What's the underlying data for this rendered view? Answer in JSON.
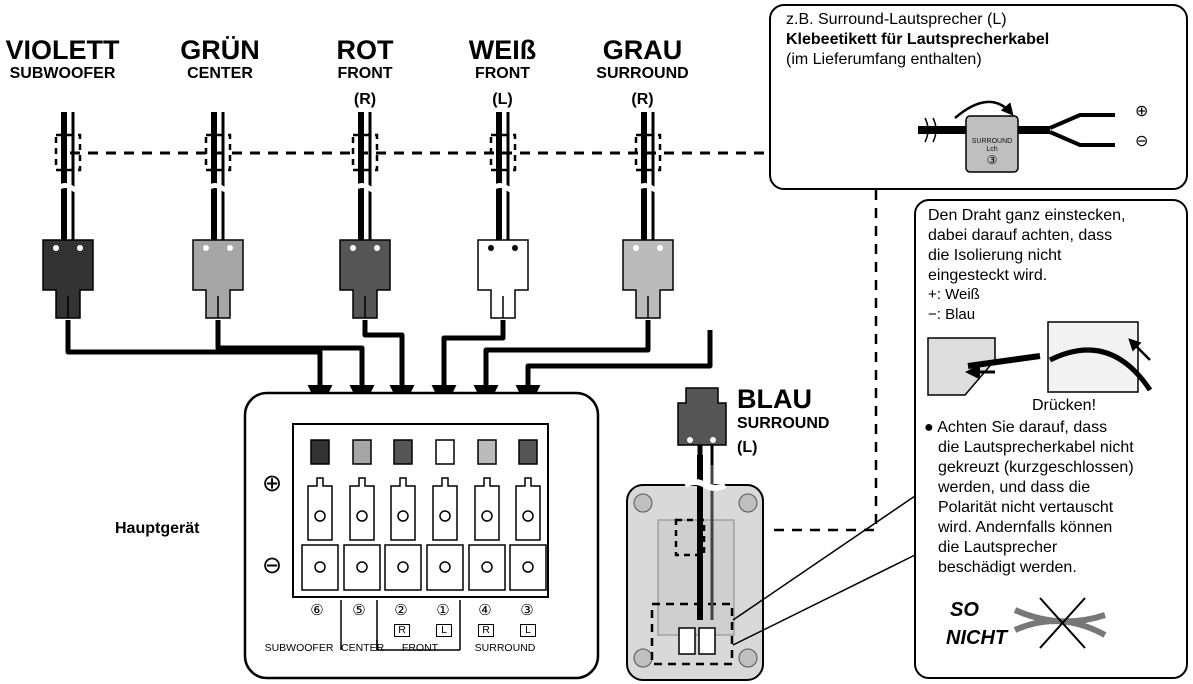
{
  "connectors": [
    {
      "color_name": "VIOLETT",
      "channel": "SUBWOOFER",
      "side": "",
      "fill": "#333333"
    },
    {
      "color_name": "GRÜN",
      "channel": "CENTER",
      "side": "",
      "fill": "#a6a6a6"
    },
    {
      "color_name": "ROT",
      "channel": "FRONT",
      "side": "(R)",
      "fill": "#555555"
    },
    {
      "color_name": "WEIß",
      "channel": "FRONT",
      "side": "(L)",
      "fill": "#ffffff"
    },
    {
      "color_name": "GRAU",
      "channel": "SURROUND",
      "side": "(R)",
      "fill": "#bbbbbb"
    }
  ],
  "blau": {
    "color_name": "BLAU",
    "channel": "SURROUND",
    "side": "(L)"
  },
  "main_unit": {
    "label": "Hauptgerät",
    "plus_symbol": "⊕",
    "minus_symbol": "⊖",
    "terminal_colors": [
      "#333333",
      "#a6a6a6",
      "#555555",
      "#ffffff",
      "#bbbbbb",
      "#555555"
    ],
    "terminal_numbers": [
      "⑥",
      "⑤",
      "②",
      "①",
      "④",
      "③"
    ],
    "terminal_sides": [
      "",
      "",
      "R",
      "L",
      "R",
      "L"
    ],
    "group_labels": {
      "subwoofer": "SUBWOOFER",
      "center": "CENTER",
      "front": "FRONT",
      "surround": "SURROUND"
    }
  },
  "callout_label": {
    "line1": "z.B. Surround-Lautsprecher (L)",
    "line2": "Klebeetikett für Lautsprecherkabel",
    "line3": "(im Lieferumfang enthalten)",
    "sticker_line1": "SURROUND",
    "sticker_line2": "Lch",
    "sticker_num": "③",
    "plus": "⊕",
    "minus": "⊖"
  },
  "callout_wire": {
    "instr1": "Den Draht ganz einstecken,",
    "instr2": "dabei darauf achten, dass",
    "instr3": "die Isolierung nicht",
    "instr4": "eingesteckt wird.",
    "plus_line": "+: Weiß",
    "minus_line": "−: Blau",
    "press": "Drücken!",
    "warn1": "● Achten Sie darauf, dass",
    "warn2": "die Lautsprecherkabel nicht",
    "warn3": "gekreuzt (kurzgeschlossen)",
    "warn4": "werden, und dass die",
    "warn5": "Polarität nicht vertauscht",
    "warn6": "wird. Andernfalls können",
    "warn7": "die Lautsprecher",
    "warn8": "beschädigt werden.",
    "so": "SO",
    "nicht": "NICHT"
  }
}
